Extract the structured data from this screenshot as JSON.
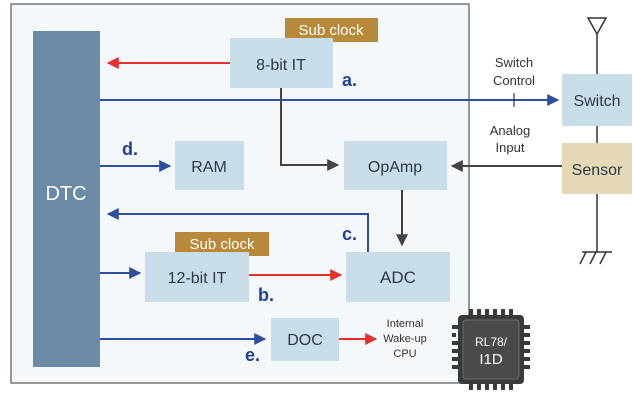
{
  "diagram": {
    "blocks": {
      "dtc": "DTC",
      "timer8": "8-bit IT",
      "ram": "RAM",
      "opamp": "OpAmp",
      "timer12": "12-bit IT",
      "adc": "ADC",
      "doc": "DOC",
      "switch": "Switch",
      "sensor": "Sensor"
    },
    "tags": {
      "sub_clock_top": "Sub clock",
      "sub_clock_bottom": "Sub clock"
    },
    "steps": {
      "a": "a.",
      "b": "b.",
      "c": "c.",
      "d": "d.",
      "e": "e."
    },
    "labels": {
      "switch_control_1": "Switch",
      "switch_control_2": "Control",
      "analog_input_1": "Analog",
      "analog_input_2": "Input",
      "wakeup_1": "Internal",
      "wakeup_2": "Wake-up",
      "wakeup_3": "CPU"
    },
    "chip": {
      "line1": "RL78/",
      "line2": "I1D"
    },
    "colors": {
      "block_fill": "#c9dde8",
      "dtc_fill": "#6a8aa5",
      "tag_fill": "#b8893a",
      "sensor_fill": "#e5d8b4",
      "arrow_blue": "#2e4fa0",
      "arrow_red": "#e5302a",
      "chip_fill": "#3a3a3a"
    }
  }
}
